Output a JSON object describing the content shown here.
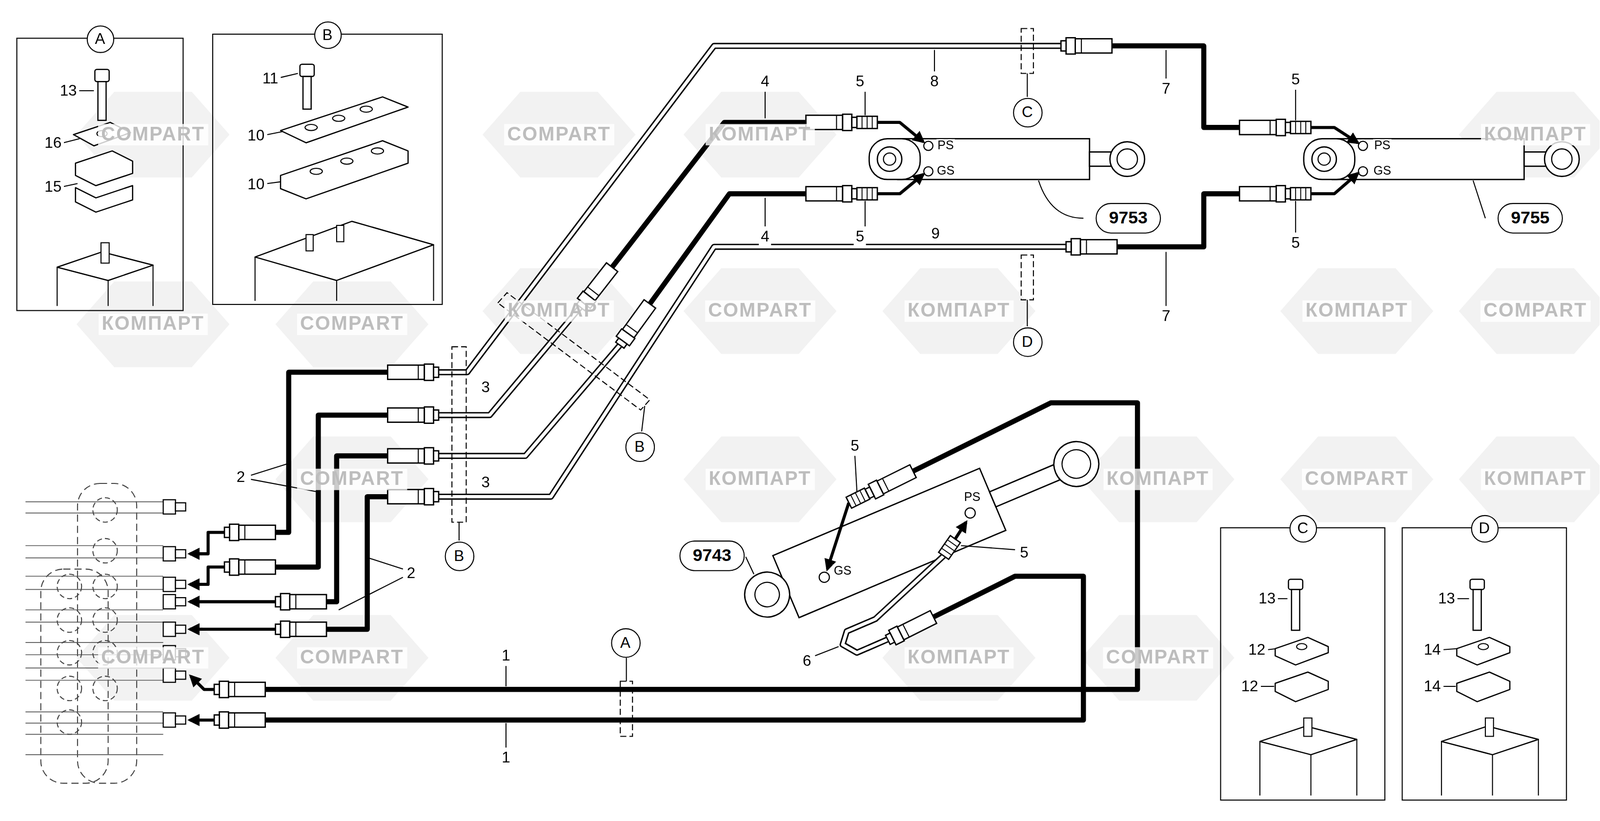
{
  "diagram": {
    "nodes": [
      {
        "text": [
          "A"
        ]
      },
      {
        "text": [
          "B"
        ]
      },
      {
        "text": [
          "9753"
        ]
      },
      {
        "text": [
          "9755"
        ]
      },
      {
        "text": [
          "C"
        ]
      },
      {
        "text": [
          "D"
        ]
      },
      {
        "text": [
          "B"
        ]
      },
      {
        "text": [
          "B"
        ]
      },
      {
        "text": [
          "9743"
        ]
      },
      {
        "text": [
          "A"
        ]
      },
      {
        "text": [
          "C"
        ]
      },
      {
        "text": [
          "D"
        ]
      }
    ],
    "labels": [
      "13",
      "11",
      "8",
      "7",
      "4",
      "5",
      "5",
      "10",
      "16",
      "PS",
      "PS",
      "GS",
      "GS",
      "15",
      "10",
      "4",
      "5",
      "9",
      "5",
      "7",
      "3",
      "5",
      "2",
      "3",
      "PS",
      "5",
      "GS",
      "2",
      "13",
      "13",
      "12",
      "14",
      "1",
      "6",
      "12",
      "14",
      "1",
      "COMPART",
      "COMPART",
      "КОМПАРТ",
      "КОМПАРТ",
      "КОМПАРТ",
      "COMPART",
      "КОМПАРТ",
      "COMPART",
      "КОМПАРТ",
      "КОМПАРТ",
      "COMPART",
      "COMPART",
      "КОМПАРТ",
      "КОМПАРТ",
      "COMPART",
      "КОМПАРТ",
      "COMPART",
      "COMPART",
      "КОМПАРТ",
      "COMPART"
    ]
  }
}
